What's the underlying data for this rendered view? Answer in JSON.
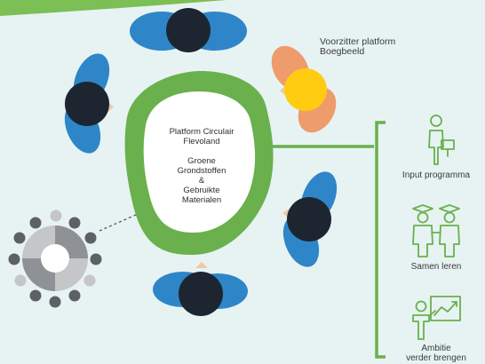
{
  "center": {
    "title_line1": "Platform Circulair",
    "title_line2": "Flevoland",
    "topic_line1": "Groene",
    "topic_line2": "Grondstoffen",
    "topic_line3": "&",
    "topic_line4": "Gebruikte",
    "topic_line5": "Materialen"
  },
  "chair": {
    "line1": "Voorzitter platform",
    "line2": "Boegbeeld"
  },
  "outputs": [
    {
      "label": "Input programma",
      "icon": "presenter-icon"
    },
    {
      "label": "Samen leren",
      "icon": "graduates-icon"
    },
    {
      "label_line1": "Ambitie",
      "label_line2": "verder brengen",
      "icon": "growth-chart-icon"
    }
  ],
  "colors": {
    "background": "#e6f3f2",
    "green": "#6ab04c",
    "blue": "#2e86c8",
    "orange": "#ee9c6c",
    "yellow": "#ffcc11",
    "head": "#1d2630",
    "gray_dark": "#5d6166",
    "gray_mid": "#8e9296",
    "gray_light": "#c4c6c8"
  }
}
